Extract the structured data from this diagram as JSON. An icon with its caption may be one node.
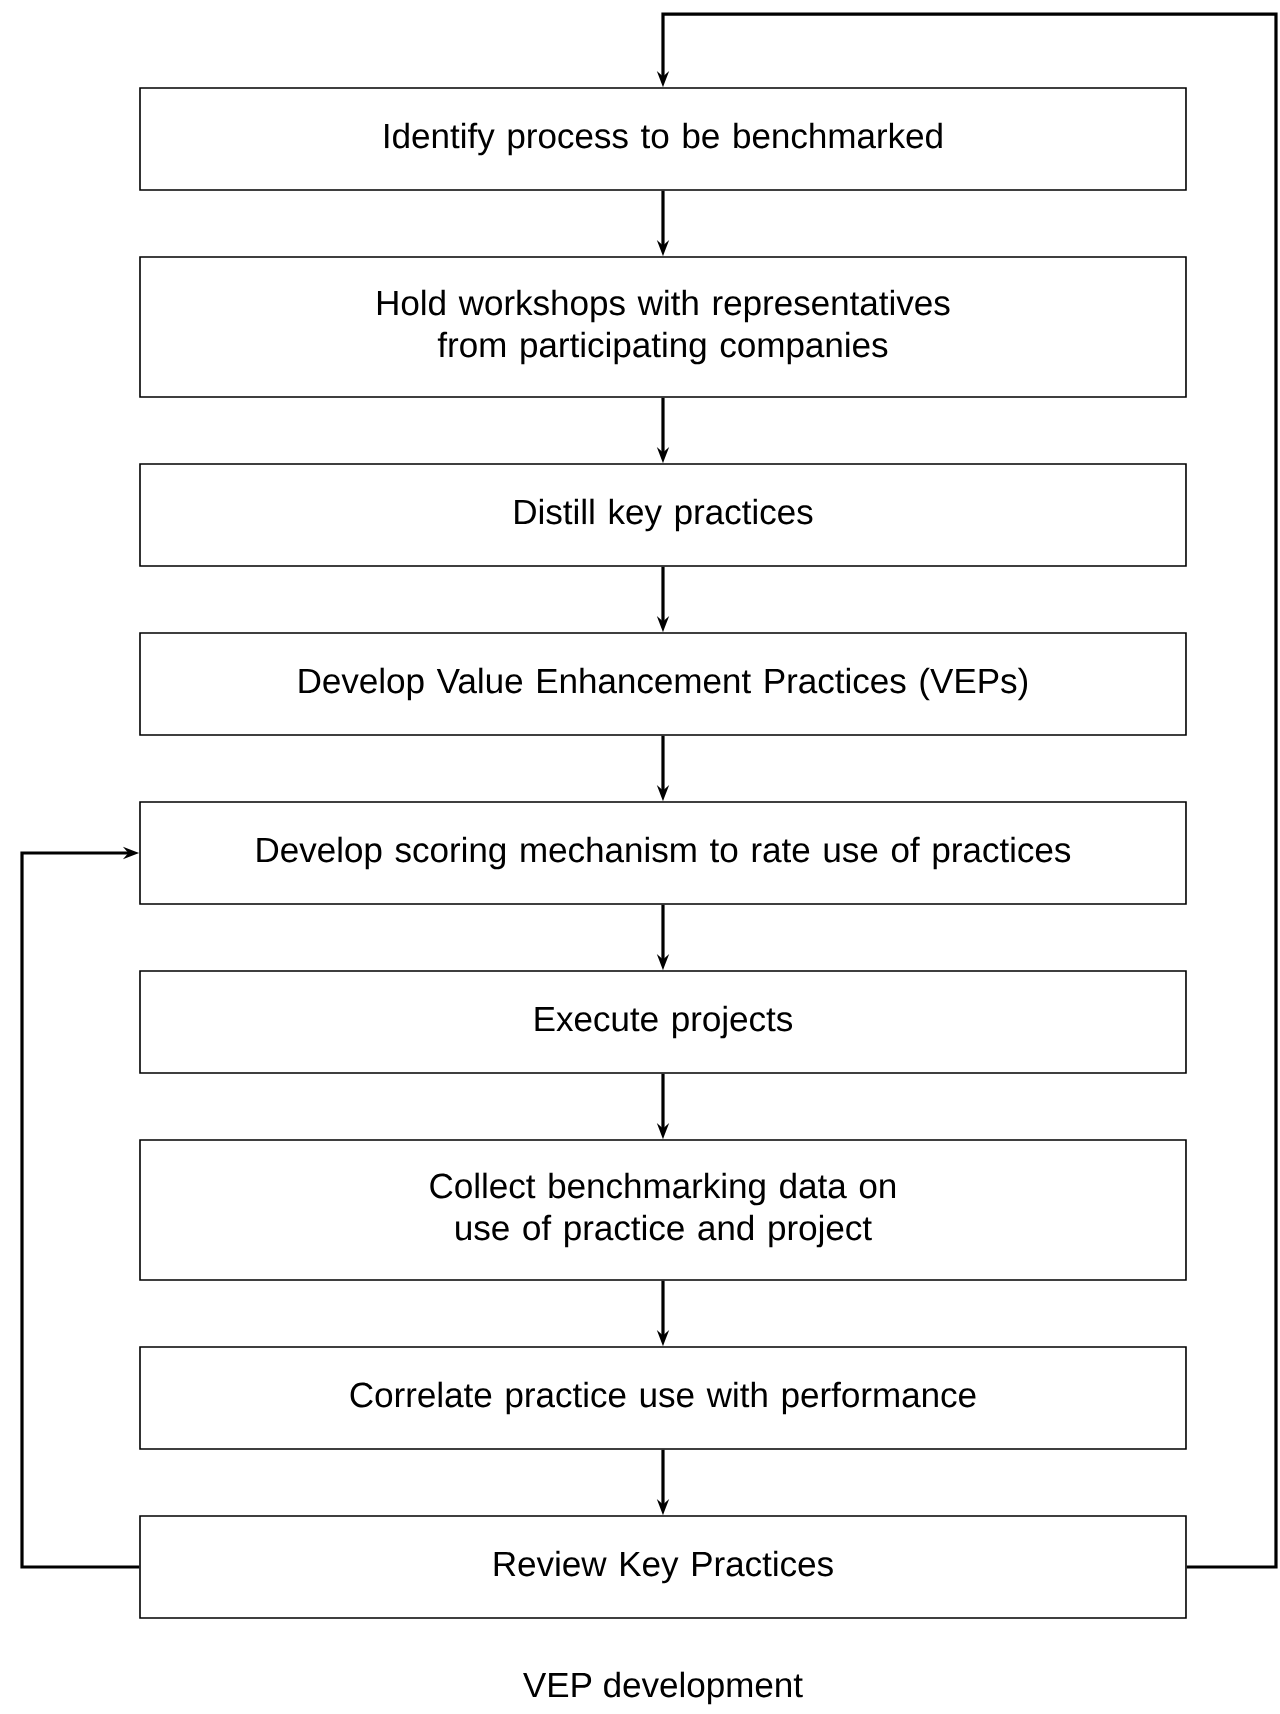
{
  "diagram": {
    "caption": "VEP development",
    "nodes": [
      {
        "text": [
          "Identify process to be benchmarked"
        ]
      },
      {
        "text": [
          "Hold workshops with representatives from participating companies"
        ]
      },
      {
        "text": [
          "Distill key practices"
        ]
      },
      {
        "text": [
          "Develop Value Enhancement Practices (VEPs)"
        ]
      },
      {
        "text": [
          "Develop scoring mechanism to rate use of practices"
        ]
      },
      {
        "text": [
          "Execute projects"
        ]
      },
      {
        "text": [
          "Collect benchmarking data on use of practice and project"
        ]
      },
      {
        "text": [
          "Correlate practice use with performance"
        ]
      },
      {
        "text": [
          "Review Key Practices"
        ]
      }
    ],
    "edges": [
      {
        "from": 0,
        "to": 1,
        "arrow": "to"
      },
      {
        "from": 1,
        "to": 2,
        "arrow": "to"
      },
      {
        "from": 2,
        "to": 3,
        "arrow": "to"
      },
      {
        "from": 3,
        "to": 4,
        "arrow": "to"
      },
      {
        "from": 4,
        "to": 5,
        "arrow": "to"
      },
      {
        "from": 5,
        "to": 6,
        "arrow": "to"
      },
      {
        "from": 6,
        "to": 7,
        "arrow": "to"
      },
      {
        "from": 7,
        "to": 8,
        "arrow": "to"
      },
      {
        "from": 8,
        "to": 4,
        "arrow": "to"
      },
      {
        "from": 8,
        "to": 0,
        "arrow": "to"
      }
    ]
  }
}
